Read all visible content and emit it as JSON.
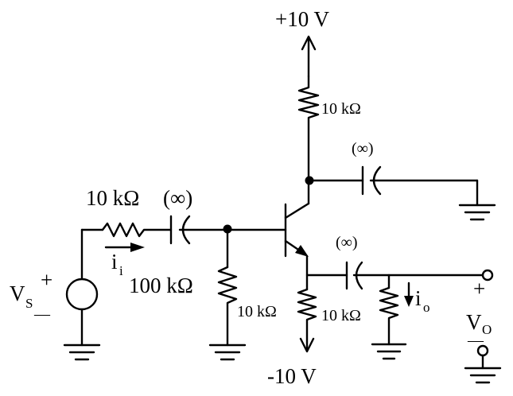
{
  "supply_pos": {
    "text": "+10 V"
  },
  "supply_neg": {
    "text": "-10 V"
  },
  "components": {
    "rc": {
      "label": "10 kΩ"
    },
    "rs": {
      "label": "10 kΩ"
    },
    "rb": {
      "label": "100 kΩ"
    },
    "re": {
      "label": "10 kΩ"
    },
    "rl": {
      "label": "10 kΩ"
    },
    "c_in": {
      "label": "(∞)"
    },
    "c_col": {
      "label": "(∞)"
    },
    "c_out": {
      "label": "(∞)"
    }
  },
  "signals": {
    "vs": {
      "main": "V",
      "sub": "S",
      "plus": "+",
      "minus": "—"
    },
    "ii": {
      "main": "i",
      "sub": "i"
    },
    "io": {
      "main": "i",
      "sub": "o"
    },
    "vo": {
      "main": "V",
      "sub": "O",
      "plus": "+",
      "minus": "—"
    }
  }
}
